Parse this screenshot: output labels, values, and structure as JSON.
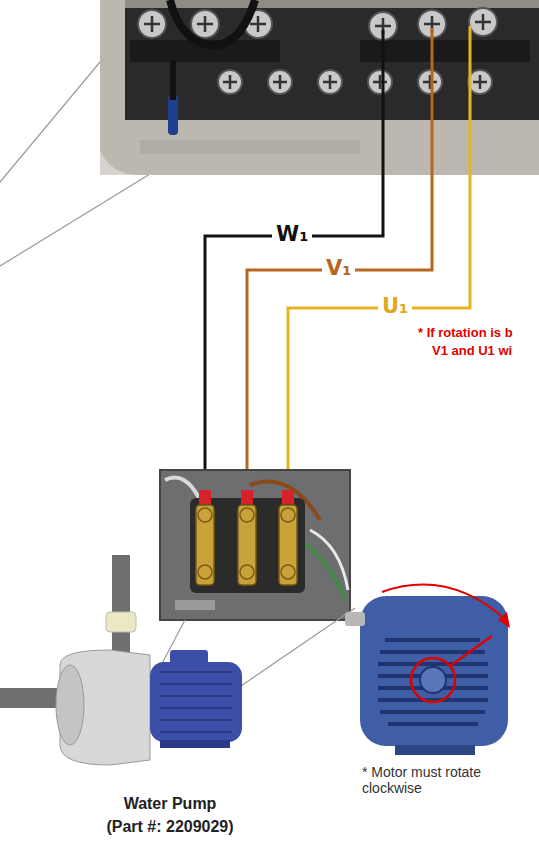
{
  "diagram": {
    "labels": [
      "W₁",
      "V₁",
      "U₁",
      "* If rotation is b",
      "V1 and U1 wi",
      "Water Pump",
      "(Part #: 2209029)",
      "* Motor must rotate clockwise"
    ]
  }
}
